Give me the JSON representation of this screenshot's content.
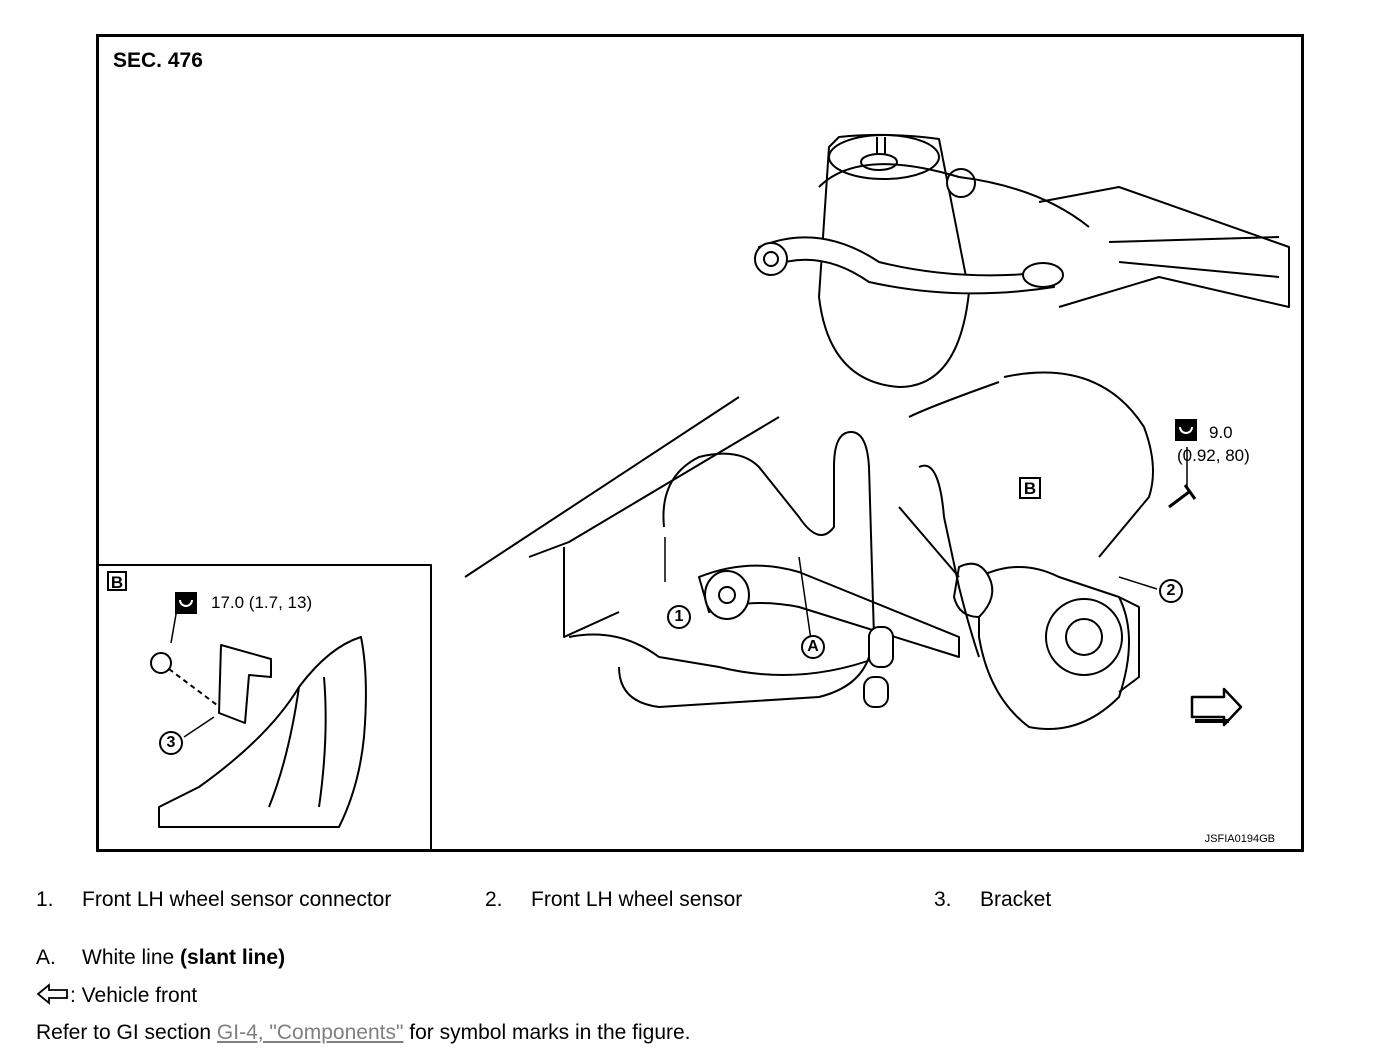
{
  "figure": {
    "section": "SEC. 476",
    "code": "JSFIA0194GB",
    "torque_main": {
      "value": "9.0",
      "detail": "(0.92, 80)"
    },
    "inset": {
      "label": "B",
      "torque": "17.0 (1.7, 13)"
    },
    "callouts": {
      "c1": "1",
      "c2": "2",
      "c3": "3",
      "cA": "A",
      "cB": "B"
    },
    "icons": [
      "torque-wrench-icon",
      "vehicle-front-arrow-icon"
    ]
  },
  "legend": [
    {
      "num": "1.",
      "text": "Front LH wheel sensor connector"
    },
    {
      "num": "2.",
      "text": "Front LH wheel sensor"
    },
    {
      "num": "3.",
      "text": "Bracket"
    }
  ],
  "legend_a": {
    "num": "A.",
    "text": "White line ",
    "bold": "(slant line)"
  },
  "vehicle_front": ": Vehicle front",
  "refer": {
    "prefix": "Refer to GI section ",
    "link": "GI-4, \"Components\"",
    "suffix": " for symbol marks in the figure."
  }
}
